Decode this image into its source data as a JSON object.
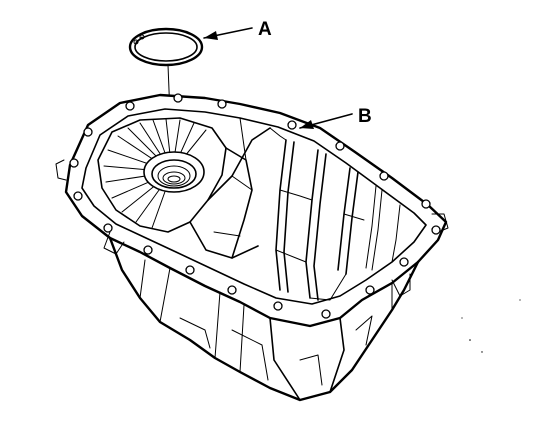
{
  "callouts": [
    {
      "id": "A",
      "label": "A"
    },
    {
      "id": "B",
      "label": "B"
    }
  ],
  "colors": {
    "ink": "#000000",
    "background": "#ffffff"
  }
}
